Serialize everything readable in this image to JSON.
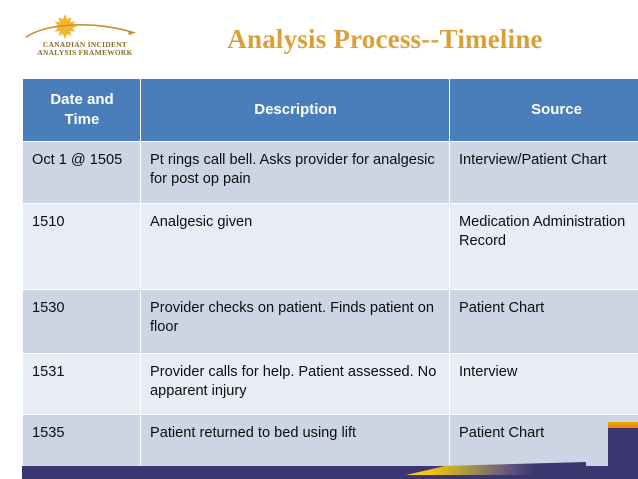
{
  "slide": {
    "title": "Analysis Process--Timeline",
    "logo": {
      "name": "canadian-incident-analysis-framework-logo",
      "line1": "CANADIAN INCIDENT",
      "line2": "ANALYSIS FRAMEWORK",
      "leaf_color": "#f2b632",
      "arc_color": "#c8922a",
      "text_color": "#8a6a2a"
    },
    "title_color": "#d9a038",
    "accent_navy": "#3b3570",
    "accent_gold": "#f0a500"
  },
  "table": {
    "header_bg": "#4a7ebb",
    "row_odd_bg": "#ccd5e4",
    "row_even_bg": "#e7ecf5",
    "columns": [
      {
        "key": "date_time",
        "label": "Date and Time"
      },
      {
        "key": "description",
        "label": "Description"
      },
      {
        "key": "source",
        "label": "Source"
      }
    ],
    "rows": [
      {
        "date_time": "Oct 1 @ 1505",
        "description": "Pt rings call bell.  Asks provider for analgesic for post op pain",
        "source": "Interview/Patient Chart"
      },
      {
        "date_time": "1510",
        "description": "Analgesic given",
        "source": "Medication Administration Record"
      },
      {
        "date_time": "1530",
        "description": "Provider checks on patient.  Finds patient on floor",
        "source": "Patient Chart"
      },
      {
        "date_time": "1531",
        "description": "Provider calls for help.  Patient assessed.  No apparent injury",
        "source": "Interview"
      },
      {
        "date_time": "1535",
        "description": "Patient returned to bed using lift",
        "source": "Patient Chart"
      }
    ]
  }
}
